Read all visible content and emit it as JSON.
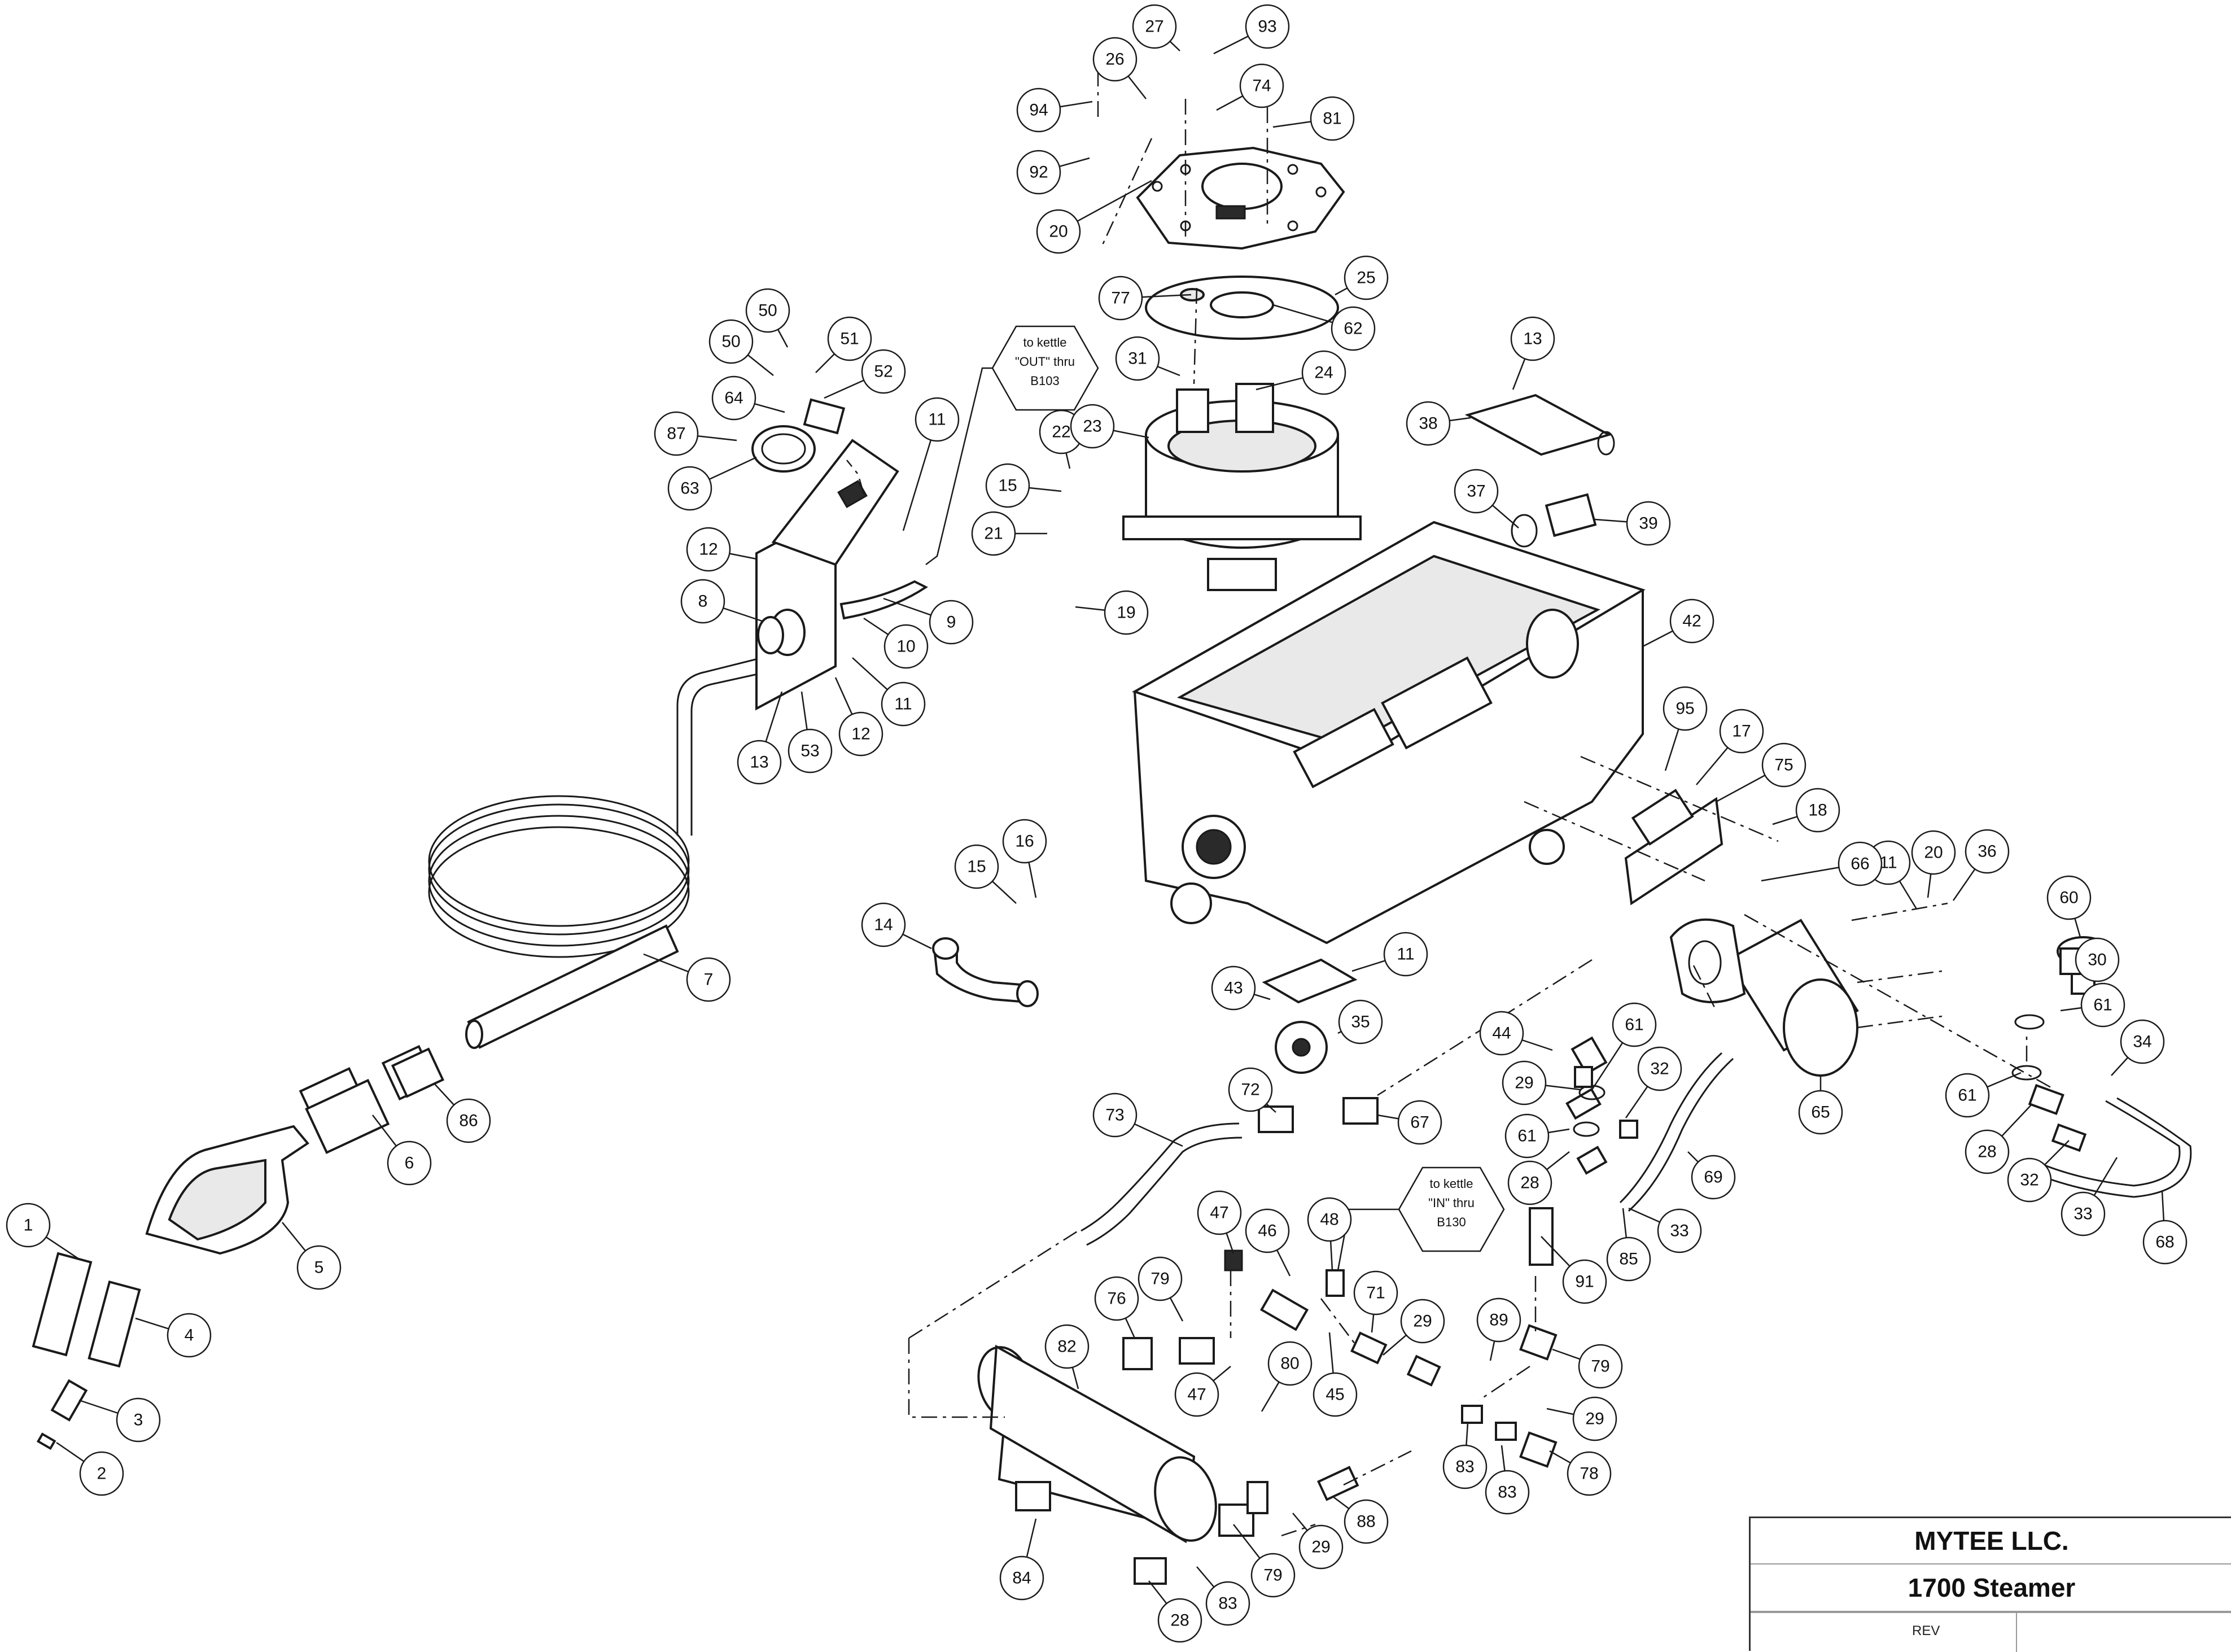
{
  "title_block": {
    "company": "MYTEE LLC.",
    "title": "1700 Steamer",
    "rev_label": "REV"
  },
  "notes": [
    {
      "id": "note-out",
      "lines": [
        "to kettle",
        "\"OUT\" thru",
        "B103"
      ]
    },
    {
      "id": "note-in",
      "lines": [
        "to kettle",
        "\"IN\" thru",
        "B130"
      ]
    }
  ],
  "balloons": [
    {
      "id": "b1",
      "label": "1"
    },
    {
      "id": "b2",
      "label": "2"
    },
    {
      "id": "b3",
      "label": "3"
    },
    {
      "id": "b4",
      "label": "4"
    },
    {
      "id": "b5",
      "label": "5"
    },
    {
      "id": "b6",
      "label": "6"
    },
    {
      "id": "b7",
      "label": "7"
    },
    {
      "id": "b8",
      "label": "8"
    },
    {
      "id": "b9",
      "label": "9"
    },
    {
      "id": "b10",
      "label": "10"
    },
    {
      "id": "b11a",
      "label": "11"
    },
    {
      "id": "b11b",
      "label": "11"
    },
    {
      "id": "b11c",
      "label": "11"
    },
    {
      "id": "b11d",
      "label": "11"
    },
    {
      "id": "b12a",
      "label": "12"
    },
    {
      "id": "b12b",
      "label": "12"
    },
    {
      "id": "b13a",
      "label": "13"
    },
    {
      "id": "b13b",
      "label": "13"
    },
    {
      "id": "b14",
      "label": "14"
    },
    {
      "id": "b15a",
      "label": "15"
    },
    {
      "id": "b15b",
      "label": "15"
    },
    {
      "id": "b16",
      "label": "16"
    },
    {
      "id": "b17",
      "label": "17"
    },
    {
      "id": "b18",
      "label": "18"
    },
    {
      "id": "b19",
      "label": "19"
    },
    {
      "id": "b20a",
      "label": "20"
    },
    {
      "id": "b20b",
      "label": "20"
    },
    {
      "id": "b21",
      "label": "21"
    },
    {
      "id": "b22",
      "label": "22"
    },
    {
      "id": "b23",
      "label": "23"
    },
    {
      "id": "b24",
      "label": "24"
    },
    {
      "id": "b25",
      "label": "25"
    },
    {
      "id": "b26",
      "label": "26"
    },
    {
      "id": "b27",
      "label": "27"
    },
    {
      "id": "b28a",
      "label": "28"
    },
    {
      "id": "b28b",
      "label": "28"
    },
    {
      "id": "b28c",
      "label": "28"
    },
    {
      "id": "b29a",
      "label": "29"
    },
    {
      "id": "b29b",
      "label": "29"
    },
    {
      "id": "b29c",
      "label": "29"
    },
    {
      "id": "b29d",
      "label": "29"
    },
    {
      "id": "b30",
      "label": "30"
    },
    {
      "id": "b31",
      "label": "31"
    },
    {
      "id": "b32a",
      "label": "32"
    },
    {
      "id": "b32b",
      "label": "32"
    },
    {
      "id": "b33a",
      "label": "33"
    },
    {
      "id": "b33b",
      "label": "33"
    },
    {
      "id": "b34",
      "label": "34"
    },
    {
      "id": "b35",
      "label": "35"
    },
    {
      "id": "b36",
      "label": "36"
    },
    {
      "id": "b37",
      "label": "37"
    },
    {
      "id": "b38",
      "label": "38"
    },
    {
      "id": "b39",
      "label": "39"
    },
    {
      "id": "b42",
      "label": "42"
    },
    {
      "id": "b43",
      "label": "43"
    },
    {
      "id": "b44",
      "label": "44"
    },
    {
      "id": "b45",
      "label": "45"
    },
    {
      "id": "b46",
      "label": "46"
    },
    {
      "id": "b47a",
      "label": "47"
    },
    {
      "id": "b47b",
      "label": "47"
    },
    {
      "id": "b48",
      "label": "48"
    },
    {
      "id": "b50a",
      "label": "50"
    },
    {
      "id": "b50b",
      "label": "50"
    },
    {
      "id": "b51",
      "label": "51"
    },
    {
      "id": "b52",
      "label": "52"
    },
    {
      "id": "b53",
      "label": "53"
    },
    {
      "id": "b60",
      "label": "60"
    },
    {
      "id": "b61a",
      "label": "61"
    },
    {
      "id": "b61b",
      "label": "61"
    },
    {
      "id": "b61c",
      "label": "61"
    },
    {
      "id": "b61d",
      "label": "61"
    },
    {
      "id": "b62",
      "label": "62"
    },
    {
      "id": "b63",
      "label": "63"
    },
    {
      "id": "b64",
      "label": "64"
    },
    {
      "id": "b65",
      "label": "65"
    },
    {
      "id": "b66",
      "label": "66"
    },
    {
      "id": "b67",
      "label": "67"
    },
    {
      "id": "b68",
      "label": "68"
    },
    {
      "id": "b69",
      "label": "69"
    },
    {
      "id": "b71",
      "label": "71"
    },
    {
      "id": "b72",
      "label": "72"
    },
    {
      "id": "b73",
      "label": "73"
    },
    {
      "id": "b74",
      "label": "74"
    },
    {
      "id": "b75",
      "label": "75"
    },
    {
      "id": "b76",
      "label": "76"
    },
    {
      "id": "b77",
      "label": "77"
    },
    {
      "id": "b78",
      "label": "78"
    },
    {
      "id": "b79a",
      "label": "79"
    },
    {
      "id": "b79b",
      "label": "79"
    },
    {
      "id": "b79c",
      "label": "79"
    },
    {
      "id": "b80",
      "label": "80"
    },
    {
      "id": "b81",
      "label": "81"
    },
    {
      "id": "b82",
      "label": "82"
    },
    {
      "id": "b83a",
      "label": "83"
    },
    {
      "id": "b83b",
      "label": "83"
    },
    {
      "id": "b83c",
      "label": "83"
    },
    {
      "id": "b84",
      "label": "84"
    },
    {
      "id": "b85",
      "label": "85"
    },
    {
      "id": "b86",
      "label": "86"
    },
    {
      "id": "b87",
      "label": "87"
    },
    {
      "id": "b88",
      "label": "88"
    },
    {
      "id": "b89",
      "label": "89"
    },
    {
      "id": "b91",
      "label": "91"
    },
    {
      "id": "b92",
      "label": "92"
    },
    {
      "id": "b93",
      "label": "93"
    },
    {
      "id": "b94",
      "label": "94"
    },
    {
      "id": "b95",
      "label": "95"
    }
  ]
}
